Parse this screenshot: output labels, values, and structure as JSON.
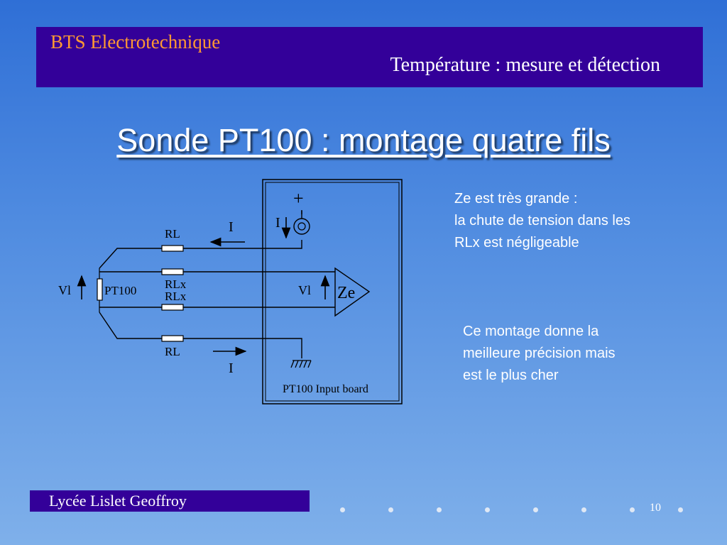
{
  "header": {
    "course": "BTS Electrotechnique",
    "subject": "Température : mesure et détection"
  },
  "slide": {
    "title": "Sonde PT100 : montage quatre fils"
  },
  "diagram": {
    "labels": {
      "rl_top": "RL",
      "rl_bottom": "RL",
      "rlx_1": "RLx",
      "rlx_2": "RLx",
      "i_top": "I",
      "i_source": "I",
      "i_bottom": "I",
      "vl_left": "Vl",
      "vl_right": "Vl",
      "pt100": "PT100",
      "ze": "Ze",
      "plus": "+",
      "board": "PT100 Input board"
    }
  },
  "notes": {
    "note1": [
      "Ze est très grande :",
      "la chute de tension dans les",
      "RLx est négligeable"
    ],
    "note2": [
      "Ce montage donne la",
      "meilleure précision mais",
      "est le plus cher"
    ]
  },
  "footer": {
    "school": "Lycée Lislet Geoffroy",
    "page": "10"
  },
  "colors": {
    "header_bg": "#330099",
    "course_text": "#ff9933"
  }
}
